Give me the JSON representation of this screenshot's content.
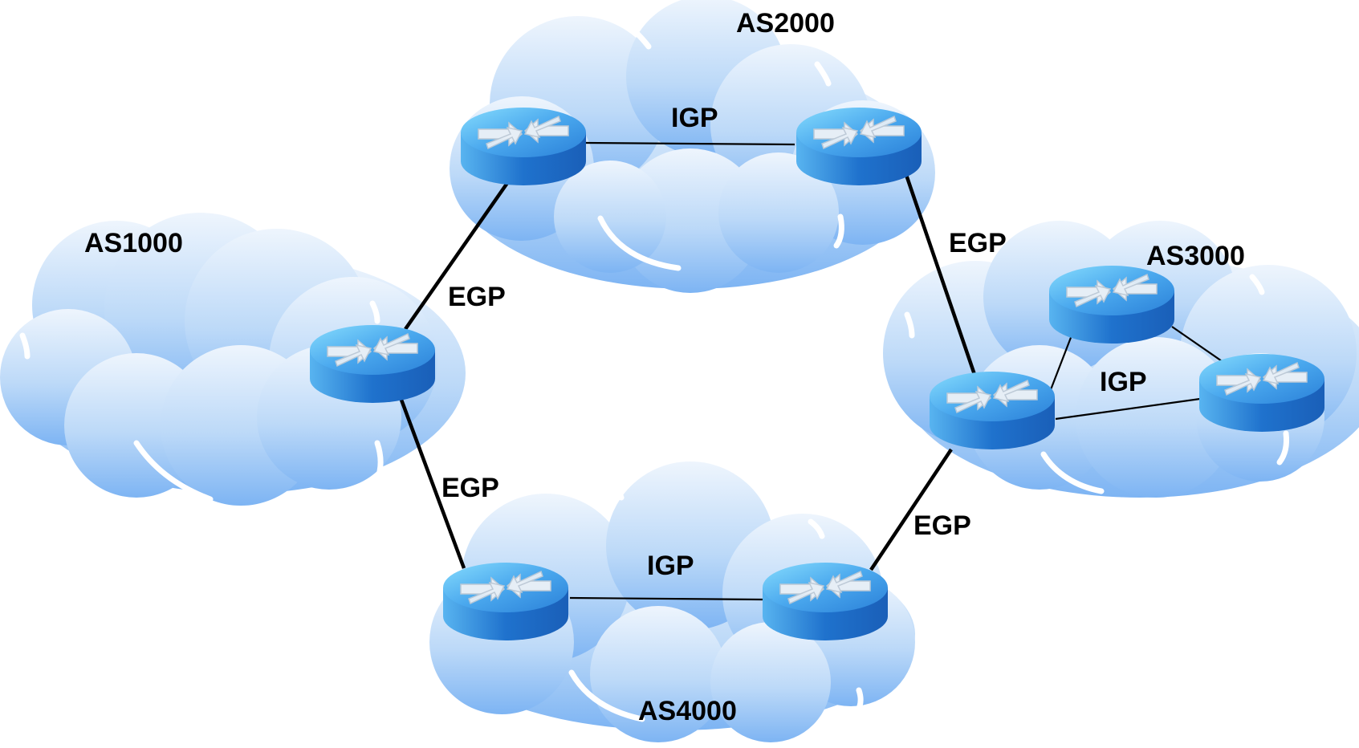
{
  "autonomous_systems": [
    {
      "id": "as1000",
      "label": "AS1000"
    },
    {
      "id": "as2000",
      "label": "AS2000"
    },
    {
      "id": "as3000",
      "label": "AS3000"
    },
    {
      "id": "as4000",
      "label": "AS4000"
    }
  ],
  "routers": [
    "as1000-r1",
    "as2000-r1",
    "as2000-r2",
    "as3000-r1",
    "as3000-r2",
    "as3000-r3",
    "as4000-r1",
    "as4000-r2"
  ],
  "links": [
    {
      "id": "egp-as1000-as2000",
      "label": "EGP",
      "type": "EGP",
      "from": "as1000-r1",
      "to": "as2000-r1"
    },
    {
      "id": "egp-as1000-as4000",
      "label": "EGP",
      "type": "EGP",
      "from": "as1000-r1",
      "to": "as4000-r1"
    },
    {
      "id": "egp-as2000-as3000",
      "label": "EGP",
      "type": "EGP",
      "from": "as2000-r2",
      "to": "as3000-r1"
    },
    {
      "id": "egp-as4000-as3000",
      "label": "EGP",
      "type": "EGP",
      "from": "as4000-r2",
      "to": "as3000-r1"
    },
    {
      "id": "igp-as2000",
      "label": "IGP",
      "type": "IGP",
      "from": "as2000-r1",
      "to": "as2000-r2"
    },
    {
      "id": "igp-as4000",
      "label": "IGP",
      "type": "IGP",
      "from": "as4000-r1",
      "to": "as4000-r2"
    },
    {
      "id": "igp-as3000",
      "label": "IGP",
      "type": "IGP",
      "from": "as3000-r1",
      "to": "as3000-r3"
    }
  ],
  "colors": {
    "cloud_top": "#eaf3fd",
    "cloud_bottom": "#7fb6f4",
    "router_top_light": "#7fd1fb",
    "router_top_dark": "#2f8fe0",
    "router_side": "#1f73cf",
    "link": "#000000"
  }
}
